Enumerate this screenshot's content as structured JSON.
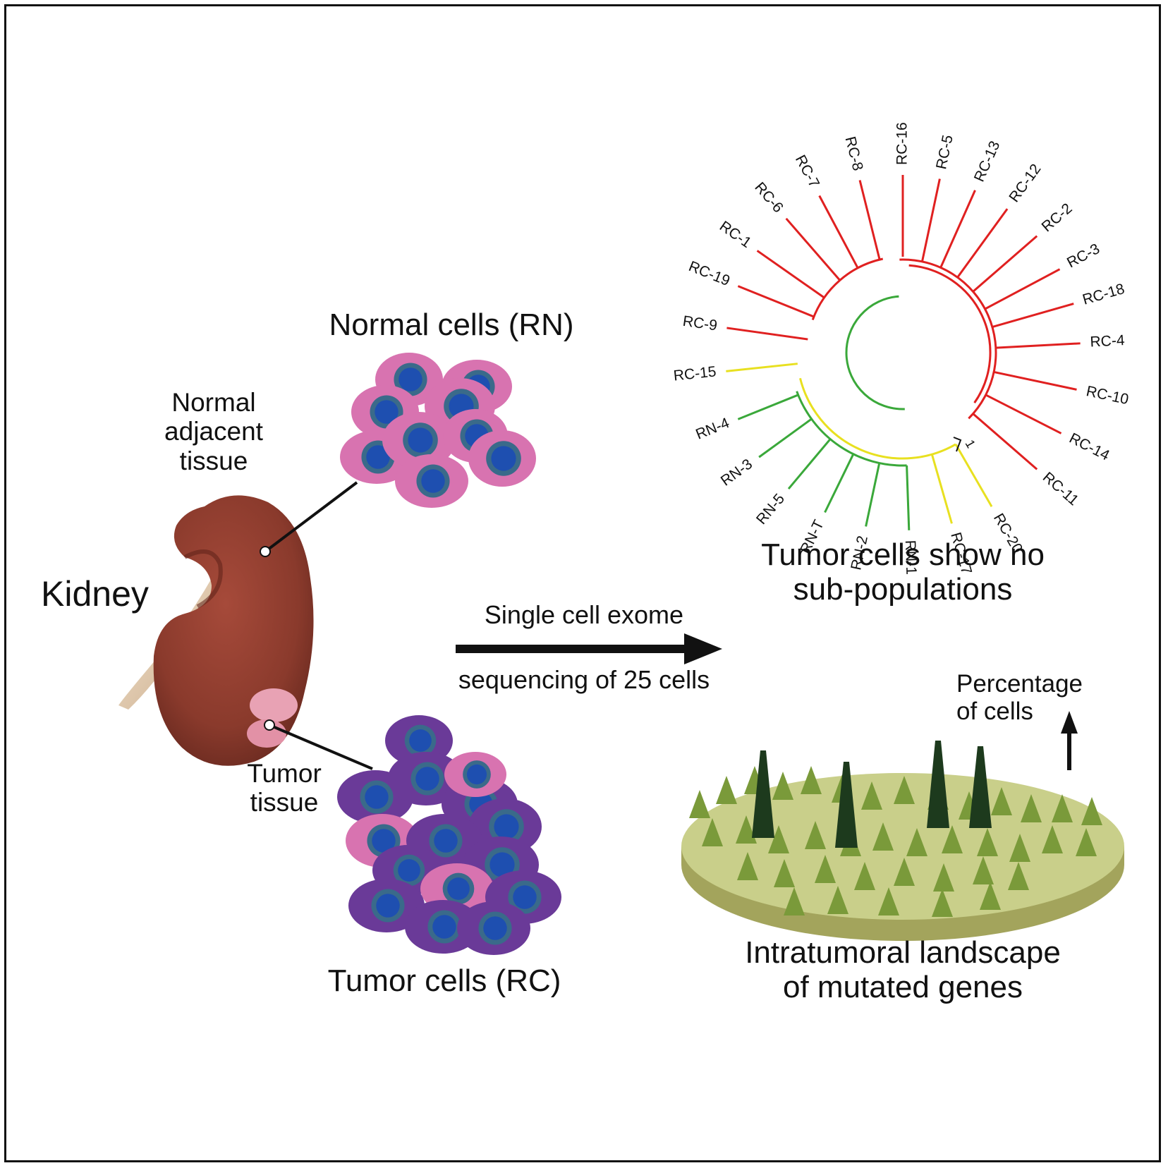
{
  "labels": {
    "normal_cells": "Normal cells (RN)",
    "normal_adjacent_tissue": [
      "Normal",
      "adjacent",
      "tissue"
    ],
    "kidney": "Kidney",
    "tumor_tissue": [
      "Tumor",
      "tissue"
    ],
    "tumor_cells": "Tumor cells (RC)",
    "arrow_top": "Single cell exome",
    "arrow_bottom": "sequencing of 25 cells",
    "tree_caption": [
      "Tumor cells show no",
      "sub-populations"
    ],
    "percentage": [
      "Percentage",
      "of cells"
    ],
    "landscape_caption": [
      "Intratumoral landscape",
      "of mutated genes"
    ]
  },
  "colors": {
    "tumor_clade": "#e02020",
    "normal_clade": "#3aa83a",
    "mixed_clade": "#e8e020",
    "kidney": "#8a3a2c",
    "normal_cell": "#d873b0",
    "tumor_cell": "#6a3a98",
    "nucleus": "#1e4fb0",
    "nucleus_rim": "#3a6a8a",
    "landscape_top": "#c9cf8a",
    "landscape_side": "#a3a45c",
    "peak_small": "#7a9a3a",
    "peak_tall": "#1d3a1d"
  },
  "tree": {
    "leaves": [
      {
        "name": "RC-16",
        "angle": -90,
        "clade": "red"
      },
      {
        "name": "RC-5",
        "angle": -78,
        "clade": "red"
      },
      {
        "name": "RC-13",
        "angle": -66,
        "clade": "red"
      },
      {
        "name": "RC-12",
        "angle": -54,
        "clade": "red"
      },
      {
        "name": "RC-2",
        "angle": -41,
        "clade": "red"
      },
      {
        "name": "RC-3",
        "angle": -28,
        "clade": "red"
      },
      {
        "name": "RC-18",
        "angle": -16,
        "clade": "red"
      },
      {
        "name": "RC-4",
        "angle": -3,
        "clade": "red"
      },
      {
        "name": "RC-10",
        "angle": 12,
        "clade": "red"
      },
      {
        "name": "RC-14",
        "angle": 27,
        "clade": "red"
      },
      {
        "name": "RC-11",
        "angle": 41,
        "clade": "red"
      },
      {
        "name": "RC-20",
        "angle": 60,
        "clade": "yellow"
      },
      {
        "name": "RC-17",
        "angle": 74,
        "clade": "yellow"
      },
      {
        "name": "RN-1",
        "angle": 88,
        "clade": "green"
      },
      {
        "name": "RN-2",
        "angle": 102,
        "clade": "green"
      },
      {
        "name": "RN-T",
        "angle": 116,
        "clade": "green"
      },
      {
        "name": "RN-5",
        "angle": 130,
        "clade": "green"
      },
      {
        "name": "RN-3",
        "angle": 144,
        "clade": "green"
      },
      {
        "name": "RN-4",
        "angle": 158,
        "clade": "green"
      },
      {
        "name": "RC-15",
        "angle": 174,
        "clade": "yellow"
      },
      {
        "name": "RC-9",
        "angle": 188,
        "clade": "red"
      },
      {
        "name": "RC-19",
        "angle": 202,
        "clade": "red"
      },
      {
        "name": "RC-1",
        "angle": 215,
        "clade": "red"
      },
      {
        "name": "RC-6",
        "angle": 229,
        "clade": "red"
      },
      {
        "name": "RC-7",
        "angle": 242,
        "clade": "red"
      },
      {
        "name": "RC-8",
        "angle": 256,
        "clade": "red"
      }
    ],
    "small_label": "1"
  }
}
